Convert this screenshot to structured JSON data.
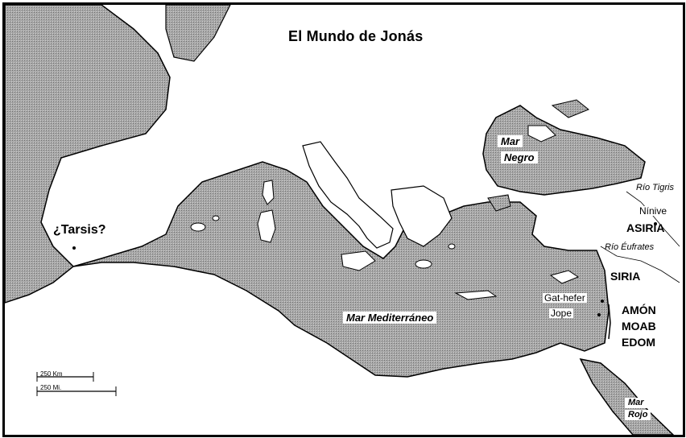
{
  "map": {
    "title": "El Mundo de Jonás",
    "seas": {
      "black_sea": [
        "Mar",
        "Negro"
      ],
      "mediterranean": "Mar Mediterráneo",
      "red_sea": [
        "Mar",
        "Rojo"
      ]
    },
    "rivers": {
      "tigris": "Río Tigris",
      "euphrates": "Río Éufrates"
    },
    "places": {
      "tarsis": "¿Tarsis?",
      "ninive": "Nínive",
      "gat_hefer": "Gat-hefer",
      "jope": "Jope"
    },
    "regions": {
      "asiria": "ASIRIA",
      "siria": "SIRIA",
      "amon": "AMÓN",
      "moab": "MOAB",
      "edom": "EDOM"
    },
    "scale": {
      "km": "250 Km",
      "mi": "250 Mi."
    },
    "colors": {
      "land": "#ffffff",
      "sea": "#9a9a9a",
      "ink": "#000000"
    }
  }
}
